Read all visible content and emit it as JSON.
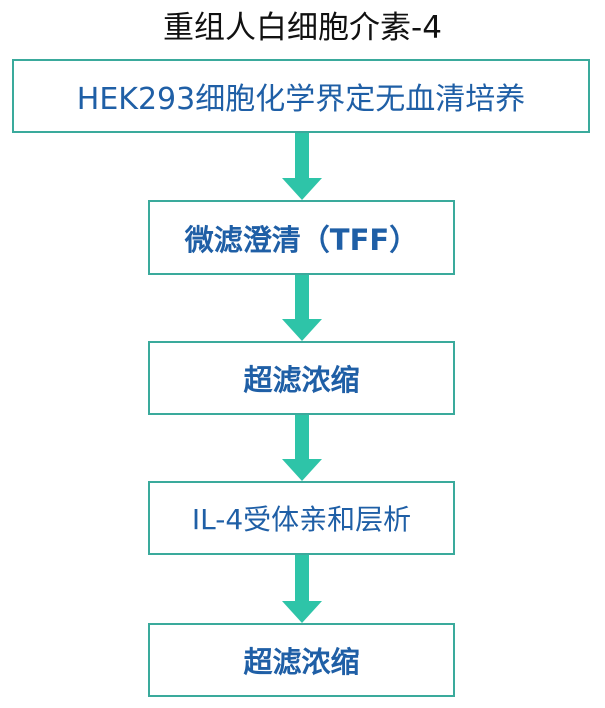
{
  "title": "重组人白细胞介素-4",
  "steps": [
    {
      "label": "HEK293细胞化学界定无血清培养"
    },
    {
      "label": "微滤澄清（TFF）"
    },
    {
      "label": "超滤浓缩"
    },
    {
      "label": "IL-4受体亲和层析"
    },
    {
      "label": "超滤浓缩"
    }
  ],
  "colors": {
    "box_border": "#3aaa9c",
    "box_text": "#1f5fa6",
    "arrow": "#2ec4a8",
    "title_text": "#111111"
  }
}
